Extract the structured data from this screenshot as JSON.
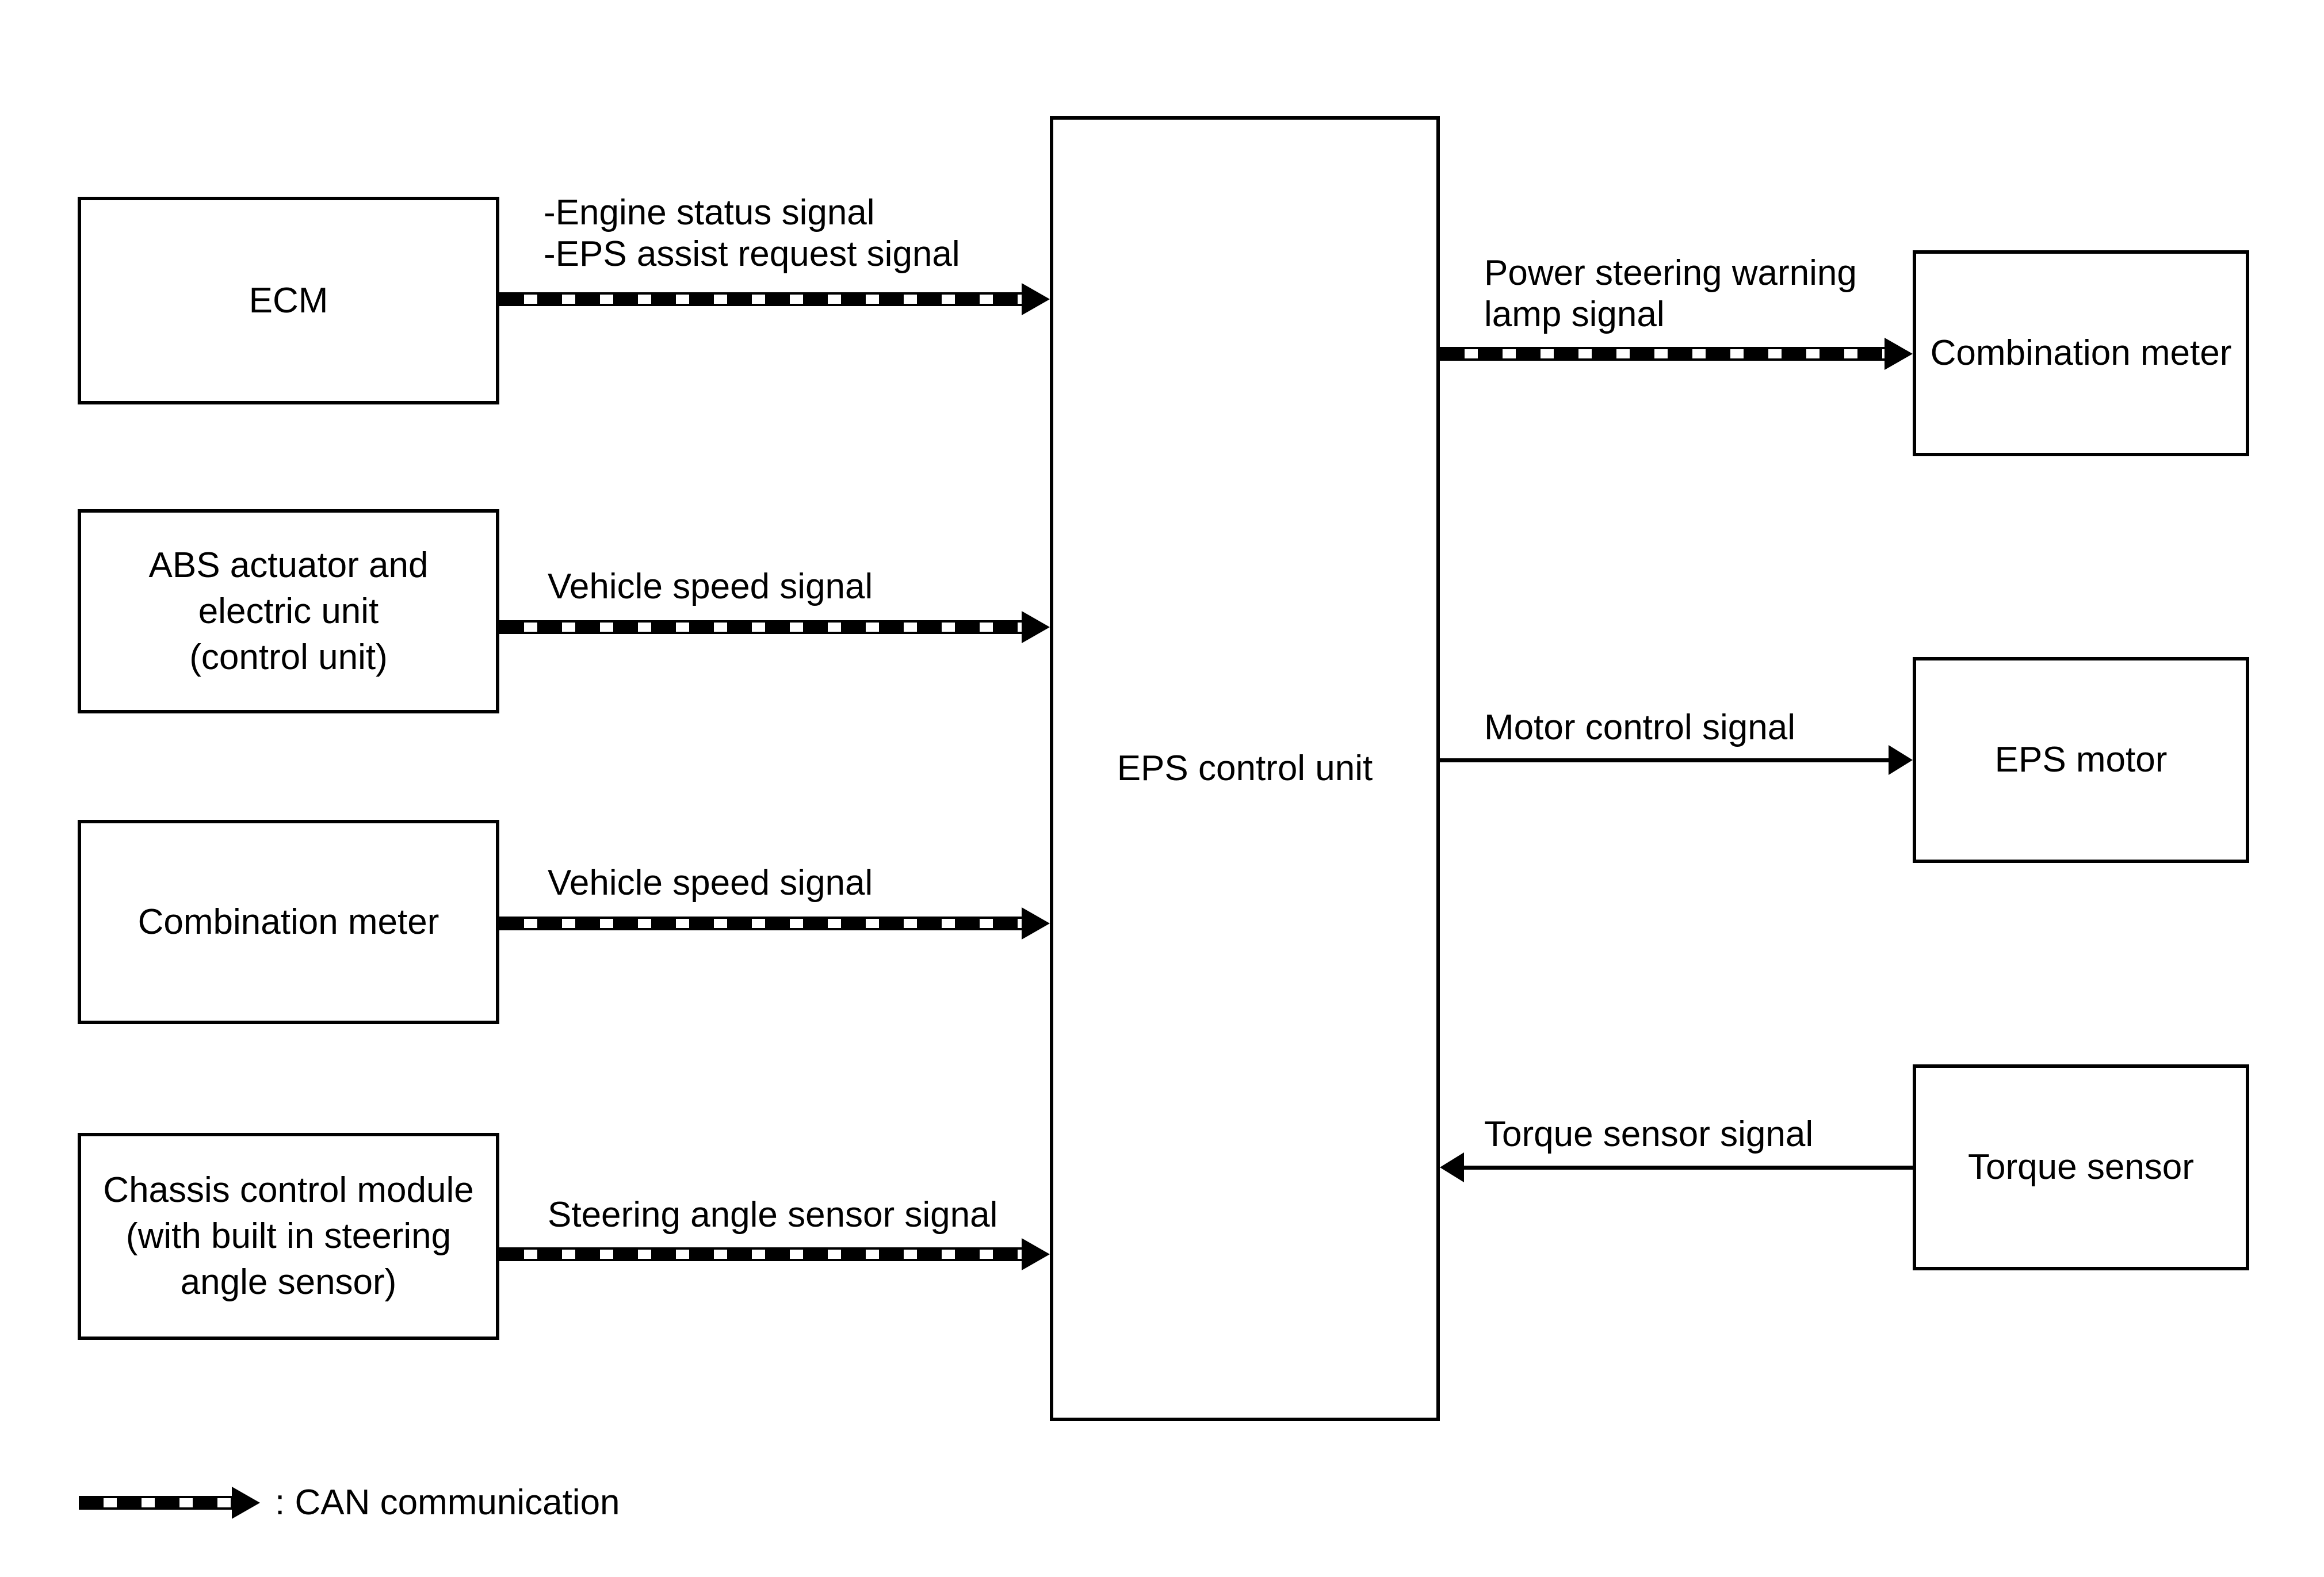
{
  "colors": {
    "ink": "#000000",
    "paper": "#ffffff"
  },
  "boxes": {
    "ecm": {
      "lines": [
        "ECM"
      ]
    },
    "abs_unit": {
      "lines": [
        "ABS actuator and",
        "electric unit",
        "(control unit)"
      ]
    },
    "combination_meter_left": {
      "lines": [
        "Combination meter"
      ]
    },
    "chassis_module": {
      "lines": [
        "Chassis control module",
        "(with built in steering",
        "angle sensor)"
      ]
    },
    "eps_control_unit": {
      "lines": [
        "EPS control unit"
      ]
    },
    "combination_meter_right": {
      "lines": [
        "Combination meter"
      ]
    },
    "eps_motor": {
      "lines": [
        "EPS motor"
      ]
    },
    "torque_sensor": {
      "lines": [
        "Torque sensor"
      ]
    }
  },
  "signal_labels": {
    "ecm_to_eps": {
      "type": "CAN",
      "lines": [
        "-Engine status signal",
        "-EPS assist request signal"
      ]
    },
    "abs_to_eps": {
      "type": "CAN",
      "lines": [
        "Vehicle speed signal"
      ]
    },
    "meter_to_eps": {
      "type": "CAN",
      "lines": [
        "Vehicle speed signal"
      ]
    },
    "chassis_to_eps": {
      "type": "CAN",
      "lines": [
        "Steering angle sensor signal"
      ]
    },
    "eps_to_meter": {
      "type": "CAN",
      "lines": [
        "Power steering warning",
        "lamp signal"
      ]
    },
    "eps_to_motor": {
      "type": "direct",
      "lines": [
        "Motor control signal"
      ]
    },
    "torque_to_eps": {
      "type": "direct",
      "lines": [
        "Torque sensor signal"
      ]
    }
  },
  "legend": {
    "label": ": CAN communication"
  }
}
